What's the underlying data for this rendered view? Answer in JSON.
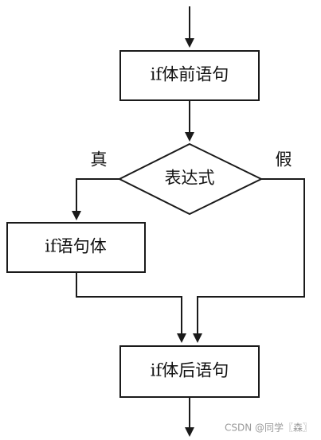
{
  "diagram": {
    "nodes": {
      "pre_statement": "if体前语句",
      "condition": "表达式",
      "if_body": "if语句体",
      "post_statement": "if体后语句"
    },
    "branches": {
      "true_label": "真",
      "false_label": "假"
    }
  },
  "watermark": "CSDN @同学〖森〗",
  "colors": {
    "stroke": "#1a1a1a",
    "text": "#111111",
    "watermark": "#9a9a9a",
    "background": "#ffffff"
  }
}
